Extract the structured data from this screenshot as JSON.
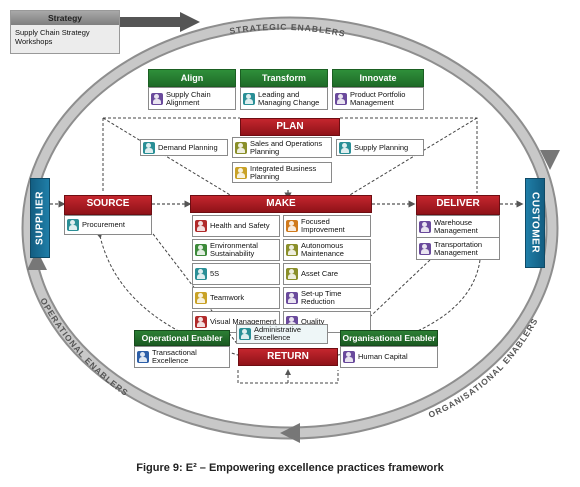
{
  "strategy": {
    "header": "Strategy",
    "item": "Supply Chain Strategy Workshops"
  },
  "ribbon": {
    "top": "STRATEGIC ENABLERS",
    "bottom_left": "OPERATIONAL ENABLERS",
    "bottom_right": "ORGANISATIONAL ENABLERS"
  },
  "side": {
    "left": "SUPPLIER",
    "right": "CUSTOMER"
  },
  "enablers": [
    {
      "header": "Align",
      "item": "Supply Chain Alignment",
      "icon": "person-icon",
      "color": "#6a4a9c"
    },
    {
      "header": "Transform",
      "item": "Leading and Managing Change",
      "icon": "person-icon",
      "color": "#2a8f96"
    },
    {
      "header": "Innovate",
      "item": "Product Portfolio Management",
      "icon": "person-icon",
      "color": "#6a4a9c"
    }
  ],
  "plan": {
    "header": "PLAN",
    "items": [
      "Demand Planning",
      "Sales and Operations Planning",
      "Supply Planning",
      "Integrated Business Planning"
    ]
  },
  "source": {
    "header": "SOURCE",
    "items": [
      "Procurement"
    ]
  },
  "deliver": {
    "header": "DELIVER",
    "items": [
      "Warehouse Management",
      "Transportation Management"
    ]
  },
  "make": {
    "header": "MAKE",
    "left": [
      "Health and Safety",
      "Environmental Sustainability",
      "5S",
      "Teamwork",
      "Visual Management"
    ],
    "right": [
      "Focused Improvement",
      "Autonomous Maintenance",
      "Asset Care",
      "Set-up Time Reduction",
      "Quality"
    ]
  },
  "admin": "Administrative Excellence",
  "return": {
    "header": "RETURN"
  },
  "operational": {
    "header": "Operational Enabler",
    "item": "Transactional Excellence"
  },
  "organisational": {
    "header": "Organisational Enabler",
    "item": "Human Capital"
  },
  "caption": "Figure 9: E² – Empowering excellence practices framework",
  "colors": {
    "ring": "#9a9a9a",
    "red": "#b2222a",
    "green": "#2a7f33",
    "blue": "#1f7ea8"
  }
}
